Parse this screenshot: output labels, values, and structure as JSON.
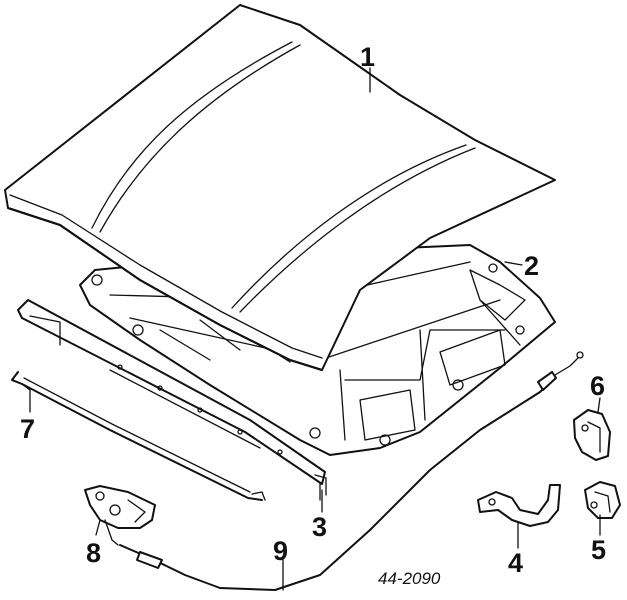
{
  "diagram": {
    "code": "44-2090",
    "callouts": [
      {
        "id": "1",
        "label": "1"
      },
      {
        "id": "2",
        "label": "2"
      },
      {
        "id": "3",
        "label": "3"
      },
      {
        "id": "4",
        "label": "4"
      },
      {
        "id": "5",
        "label": "5"
      },
      {
        "id": "6",
        "label": "6"
      },
      {
        "id": "7",
        "label": "7"
      },
      {
        "id": "8",
        "label": "8"
      },
      {
        "id": "9",
        "label": "9"
      }
    ]
  }
}
